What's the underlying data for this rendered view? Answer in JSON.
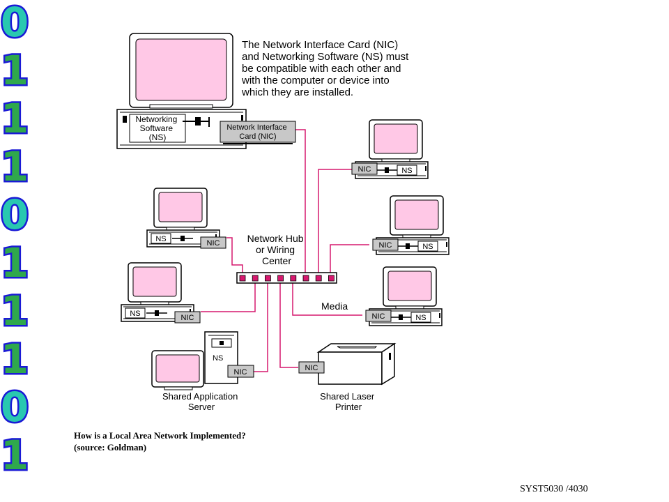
{
  "binary_strip": {
    "digits": [
      "0",
      "1",
      "1",
      "1",
      "0",
      "1",
      "1",
      "1",
      "0",
      "1"
    ],
    "colors": {
      "zero_fill": "#29c8b0",
      "one_fill": "#2fa84c",
      "outline": "#1a1ad6"
    }
  },
  "diagram": {
    "explanation_lines": [
      "The Network Interface Card (NIC)",
      "and Networking Software (NS) must",
      "be compatible with each other and",
      "with the computer or device into",
      "which they are installed."
    ],
    "ns_full_lines": [
      "Networking",
      "Software",
      "(NS)"
    ],
    "nic_full_lines": [
      "Network Interface",
      "Card  (NIC)"
    ],
    "hub_lines": [
      "Network Hub",
      "or Wiring",
      "Center"
    ],
    "media_label": "Media",
    "nic_label": "NIC",
    "ns_label": "NS",
    "server_lines": [
      "Shared Application",
      "Server"
    ],
    "printer_lines": [
      "Shared Laser",
      "Printer"
    ],
    "colors": {
      "screen": "#ffc8e6",
      "cable": "#d6186e",
      "port": "#d6186e",
      "nic_card": "#c8c8c8"
    }
  },
  "caption": {
    "line1": "How is a Local Area Network Implemented?",
    "line2": "(source: Goldman)"
  },
  "footer": "SYST5030 /4030"
}
